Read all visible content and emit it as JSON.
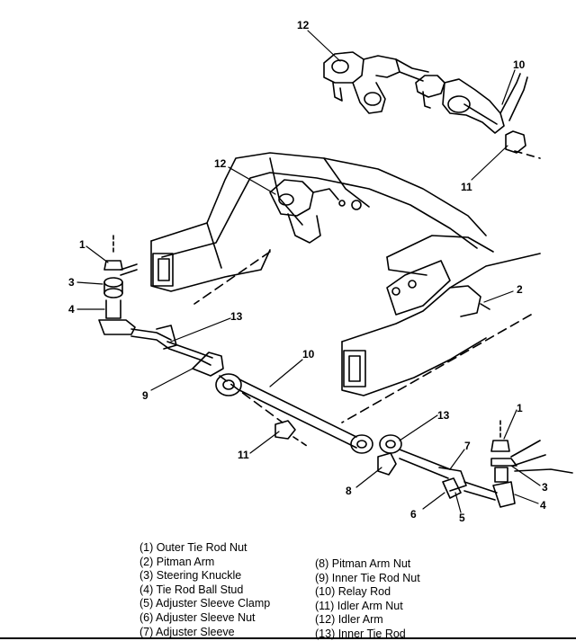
{
  "callouts": {
    "n1a": "1",
    "n1b": "1",
    "n2": "2",
    "n3a": "3",
    "n3b": "3",
    "n4a": "4",
    "n4b": "4",
    "n5": "5",
    "n6": "6",
    "n7": "7",
    "n8": "8",
    "n9": "9",
    "n10a": "10",
    "n10b": "10",
    "n11a": "11",
    "n11b": "11",
    "n12a": "12",
    "n12b": "12",
    "n13a": "13",
    "n13b": "13"
  },
  "legend": {
    "left": [
      "(1)  Outer Tie Rod Nut",
      "(2)  Pitman Arm",
      "(3)  Steering Knuckle",
      "(4)  Tie Rod Ball Stud",
      "(5)  Adjuster Sleeve Clamp",
      "(6)  Adjuster Sleeve Nut",
      "(7)  Adjuster Sleeve"
    ],
    "right": [
      "(8)  Pitman Arm Nut",
      "(9)  Inner Tie Rod Nut",
      "(10)  Relay Rod",
      "(11)  Idler Arm Nut",
      "(12)  Idler Arm",
      "(13)  Inner Tie Rod"
    ]
  }
}
